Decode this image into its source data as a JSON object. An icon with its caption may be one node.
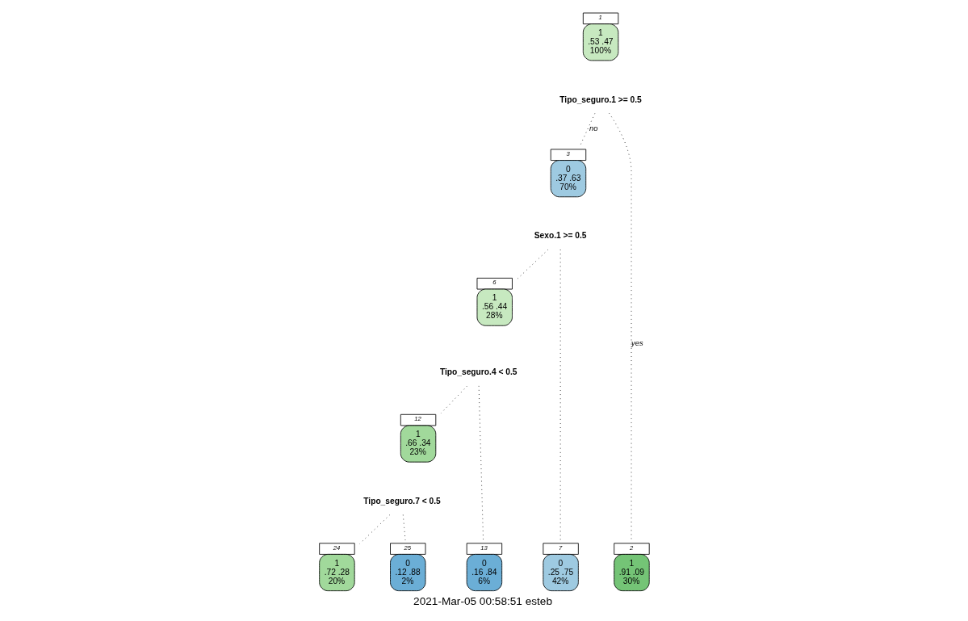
{
  "diagram": {
    "caption": "2021-Mar-05 00:58:51 esteb",
    "nodes": [
      {
        "text": [
          "1",
          ".53 .47",
          "100%"
        ],
        "beside": [
          "1"
        ]
      },
      {
        "text": [
          "Tipo_seguro.1 >= 0.5"
        ]
      },
      {
        "text": [
          "0",
          ".37 .63",
          "70%"
        ],
        "beside": [
          "3"
        ]
      },
      {
        "text": [
          "Sexo.1 >= 0.5"
        ]
      },
      {
        "text": [
          "1",
          ".56 .44",
          "28%"
        ],
        "beside": [
          "6"
        ]
      },
      {
        "text": [
          "Tipo_seguro.4 < 0.5"
        ]
      },
      {
        "text": [
          "1",
          ".66 .34",
          "23%"
        ],
        "beside": [
          "12"
        ]
      },
      {
        "text": [
          "Tipo_seguro.7 < 0.5"
        ]
      },
      {
        "text": [
          "1",
          ".91 .09",
          "30%"
        ],
        "beside": [
          "2"
        ]
      },
      {
        "text": [
          "1",
          ".72 .28",
          "20%"
        ],
        "beside": [
          "24"
        ]
      },
      {
        "text": [
          "0",
          ".12 .88",
          "2%"
        ],
        "beside": [
          "25"
        ]
      },
      {
        "text": [
          "0",
          ".16 .84",
          "6%"
        ],
        "beside": [
          "13"
        ]
      },
      {
        "text": [
          "0",
          ".25 .75",
          "42%"
        ],
        "beside": [
          "7"
        ]
      }
    ],
    "edges": [
      {
        "from": 1,
        "to": 8,
        "arrow": "none",
        "style": "dashed",
        "label": "yes"
      },
      {
        "from": 1,
        "to": 2,
        "arrow": "none",
        "style": "dashed",
        "label": "no"
      },
      {
        "from": 3,
        "to": 4,
        "arrow": "none",
        "style": "dashed"
      },
      {
        "from": 3,
        "to": 12,
        "arrow": "none",
        "style": "dashed"
      },
      {
        "from": 5,
        "to": 6,
        "arrow": "none",
        "style": "dashed"
      },
      {
        "from": 5,
        "to": 11,
        "arrow": "none",
        "style": "dashed"
      },
      {
        "from": 7,
        "to": 9,
        "arrow": "none",
        "style": "dashed"
      },
      {
        "from": 7,
        "to": 10,
        "arrow": "none",
        "style": "dashed"
      }
    ]
  }
}
